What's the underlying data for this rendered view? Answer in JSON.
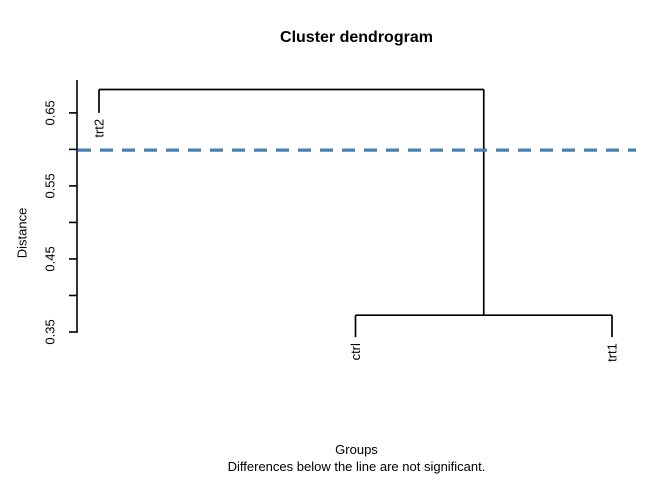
{
  "chart_data": {
    "type": "dendrogram",
    "title": "Cluster dendrogram",
    "xlabel": "Groups",
    "ylabel": "Distance",
    "subtitle": "Differences below the line are not significant.",
    "grid": false,
    "legend": null,
    "line_color": "#000000",
    "leaves": [
      {
        "label": "trt2",
        "tip_height": 0.65
      },
      {
        "label": "ctrl",
        "tip_height": 0.343
      },
      {
        "label": "trt1",
        "tip_height": 0.343
      }
    ],
    "merges": [
      {
        "a": "leaf:1",
        "b": "leaf:2",
        "height": 0.373
      },
      {
        "a": "leaf:0",
        "b": "merge:0",
        "height": 0.682
      }
    ],
    "threshold_line": {
      "value": 0.599,
      "color": "#4682B4",
      "style": "dashed"
    },
    "y_axis": {
      "range": [
        0.3486,
        0.695
      ],
      "ticks": [
        {
          "value": 0.35,
          "label": "0.35"
        },
        {
          "value": 0.4,
          "label": ""
        },
        {
          "value": 0.45,
          "label": "0.45"
        },
        {
          "value": 0.5,
          "label": ""
        },
        {
          "value": 0.55,
          "label": "0.55"
        },
        {
          "value": 0.6,
          "label": ""
        },
        {
          "value": 0.65,
          "label": "0.65"
        }
      ]
    }
  }
}
